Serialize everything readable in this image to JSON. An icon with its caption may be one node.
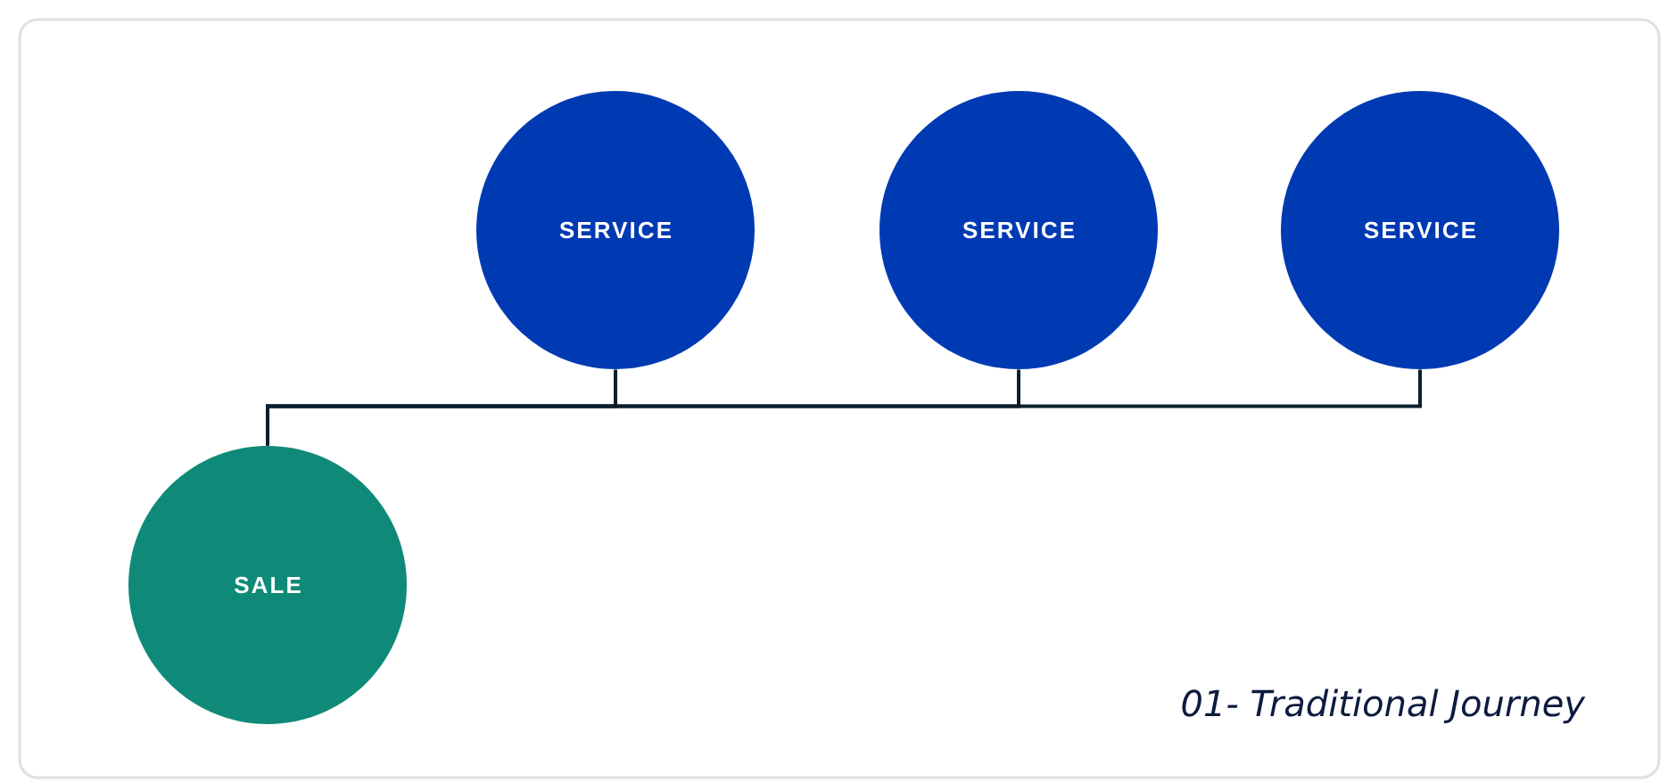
{
  "diagram": {
    "caption": "01- Traditional Journey",
    "nodes": [
      {
        "text": [
          "SALE"
        ]
      },
      {
        "text": [
          "SERVICE"
        ]
      },
      {
        "text": [
          "SERVICE"
        ]
      },
      {
        "text": [
          "SERVICE"
        ]
      }
    ],
    "edges": [
      {
        "from": 0,
        "to": 1,
        "arrow": "none"
      },
      {
        "from": 0,
        "to": 2,
        "arrow": "none"
      },
      {
        "from": 0,
        "to": 3,
        "arrow": "none"
      }
    ]
  }
}
